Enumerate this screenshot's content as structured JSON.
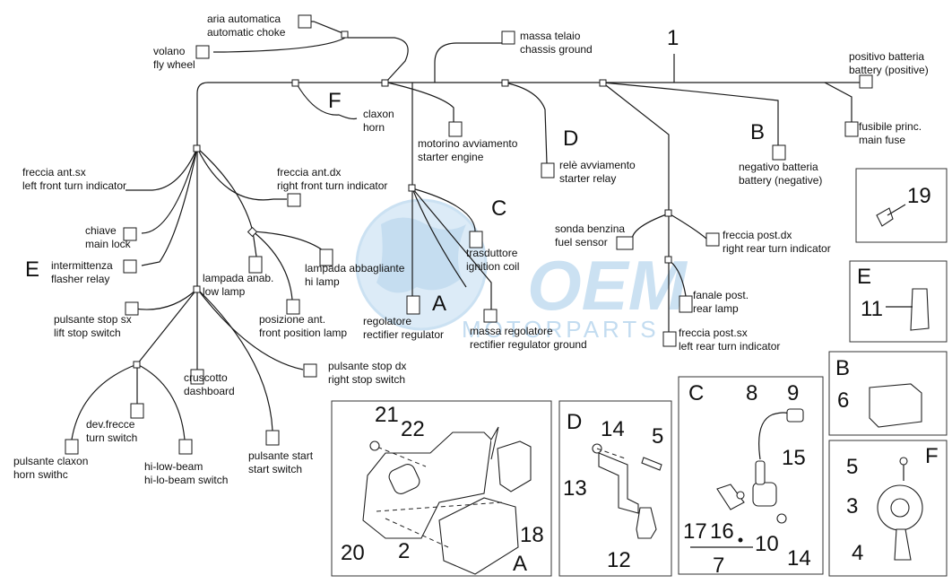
{
  "watermark": {
    "brand": "OEM",
    "sub": "MOTORPARTS"
  },
  "main_number": "1",
  "section_letters": {
    "F": "F",
    "C": "C",
    "D": "D",
    "B": "B",
    "A": "A",
    "E": "E"
  },
  "labels": {
    "aria_automatica": "aria automatica",
    "automatic_choke": "automatic choke",
    "massa_telaio": "massa telaio",
    "chassis_ground": "chassis ground",
    "volano": "volano",
    "fly_wheel": "fly wheel",
    "positivo_batteria": "positivo batteria",
    "battery_positive": "battery (positive)",
    "claxon": "claxon",
    "horn": "horn",
    "motorino_avviamento": "motorino avviamento",
    "starter_engine": "starter engine",
    "rele_avviamento": "relè avviamento",
    "starter_relay": "starter relay",
    "negativo_batteria": "negativo batteria",
    "battery_negative": "battery (negative)",
    "fusibile_princ": "fusibile princ.",
    "main_fuse": "main fuse",
    "freccia_ant_sx": "freccia ant.sx",
    "left_front_turn": "left front turn indicator",
    "freccia_ant_dx": "freccia ant.dx",
    "right_front_turn": "right front turn indicator",
    "chiave": "chiave",
    "main_lock": "main lock",
    "intermittenza": "intermittenza",
    "flasher_relay": "flasher relay",
    "lampada_anab": "lampada anab.",
    "low_lamp": "low lamp",
    "lampada_abbagliante": "lampada abbagliante",
    "hi_lamp": "hi lamp",
    "trasduttore": "trasduttore",
    "ignition_coil": "ignition coil",
    "sonda_benzina": "sonda benzina",
    "fuel_sensor": "fuel sensor",
    "freccia_post_dx": "freccia post.dx",
    "right_rear_turn": "right rear turn indicator",
    "pulsante_stop_sx": "pulsante stop sx",
    "lift_stop_switch": "lift stop switch",
    "posizione_ant": "posizione ant.",
    "front_position_lamp": "front position lamp",
    "regolatore": "regolatore",
    "rectifier_regulator": "rectifier regulator",
    "massa_regolatore": "massa regolatore",
    "rectifier_regulator_ground": "rectifier regulator ground",
    "fanale_post": "fanale post.",
    "rear_lamp": "rear lamp",
    "freccia_post_sx": "freccia post.sx",
    "left_rear_turn": "left rear turn indicator",
    "cruscotto": "cruscotto",
    "dashboard": "dashboard",
    "pulsante_stop_dx": "pulsante stop dx",
    "right_stop_switch": "right stop switch",
    "dev_frecce": "dev.frecce",
    "turn_switch": "turn switch",
    "pulsante_claxon": "pulsante claxon",
    "horn_switch": "horn swithc",
    "hi_low_beam": "hi-low-beam",
    "hi_lo_beam_switch": "hi-lo-beam switch",
    "pulsante_start": "pulsante start",
    "start_switch": "start switch"
  },
  "panels": {
    "A": {
      "letter": "A",
      "numbers": [
        "21",
        "22",
        "20",
        "2",
        "18"
      ]
    },
    "D": {
      "letter": "D",
      "numbers": [
        "14",
        "5",
        "13",
        "12"
      ]
    },
    "C": {
      "letter": "C",
      "numbers": [
        "8",
        "9",
        "15",
        "17",
        "16",
        "10",
        "14",
        "7"
      ]
    },
    "fuse": {
      "numbers": [
        "19"
      ]
    },
    "E": {
      "letter": "E",
      "numbers": [
        "11"
      ]
    },
    "B": {
      "letter": "B",
      "numbers": [
        "6"
      ]
    },
    "F": {
      "letter": "F",
      "numbers": [
        "5",
        "3",
        "4"
      ]
    }
  }
}
